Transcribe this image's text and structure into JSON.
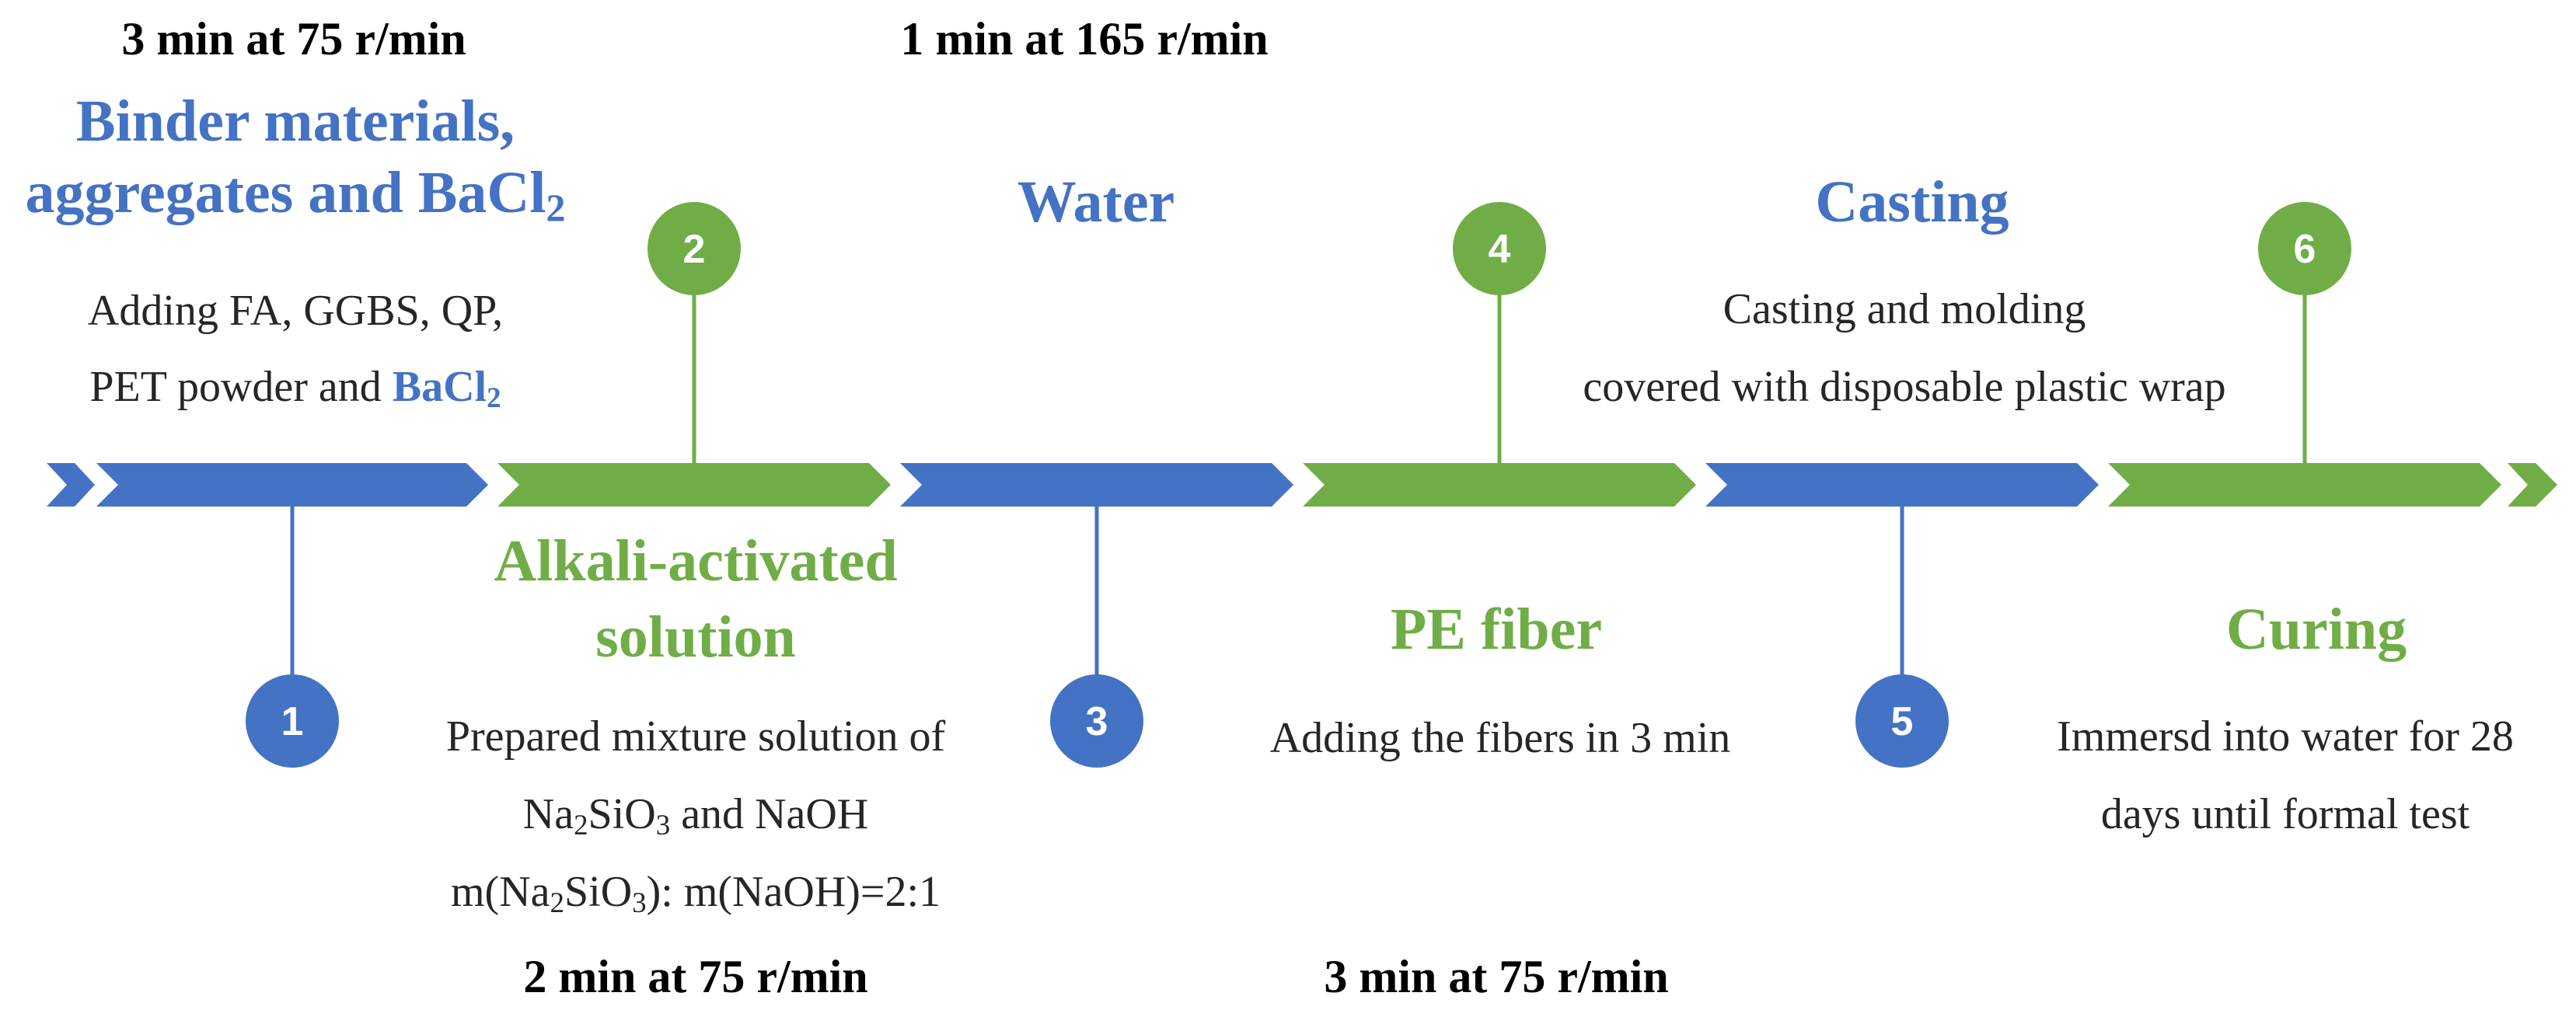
{
  "colors": {
    "blue": "#4472C4",
    "green": "#70AD47",
    "text": "#262626"
  },
  "timings": {
    "t1": "3 min at 75 r/min",
    "t2": "1 min at 165 r/min",
    "t3": "2 min at 75 r/min",
    "t4": "3 min at 75 r/min"
  },
  "steps": [
    {
      "number": "1",
      "title_line1": "Binder materials,",
      "title_line2_prefix": "aggregates and BaCl",
      "title_line2_sub": "2",
      "desc_line1": "Adding FA, GGBS, QP,",
      "desc_line2_prefix": "PET powder and ",
      "desc_line2_highlight": "BaCl",
      "desc_line2_sub": "2"
    },
    {
      "number": "2",
      "title_line1": "Alkali-activated",
      "title_line2": "solution",
      "desc_line1": "Prepared mixture solution of",
      "desc_line2_a": "Na",
      "desc_line2_sub1": "2",
      "desc_line2_b": "SiO",
      "desc_line2_sub2": "3",
      "desc_line2_c": " and NaOH",
      "desc_line3_a": "m(Na",
      "desc_line3_sub1": "2",
      "desc_line3_b": "SiO",
      "desc_line3_sub2": "3",
      "desc_line3_c": "): m(NaOH)=2:1"
    },
    {
      "number": "3",
      "title": "Water"
    },
    {
      "number": "4",
      "title": "PE fiber",
      "desc": "Adding the fibers in 3 min"
    },
    {
      "number": "5",
      "title": "Casting",
      "desc_line1": "Casting and molding",
      "desc_line2": "covered with disposable plastic wrap"
    },
    {
      "number": "6",
      "title": "Curing",
      "desc_line1": "Immersd into water for 28",
      "desc_line2": "days until formal test"
    }
  ]
}
